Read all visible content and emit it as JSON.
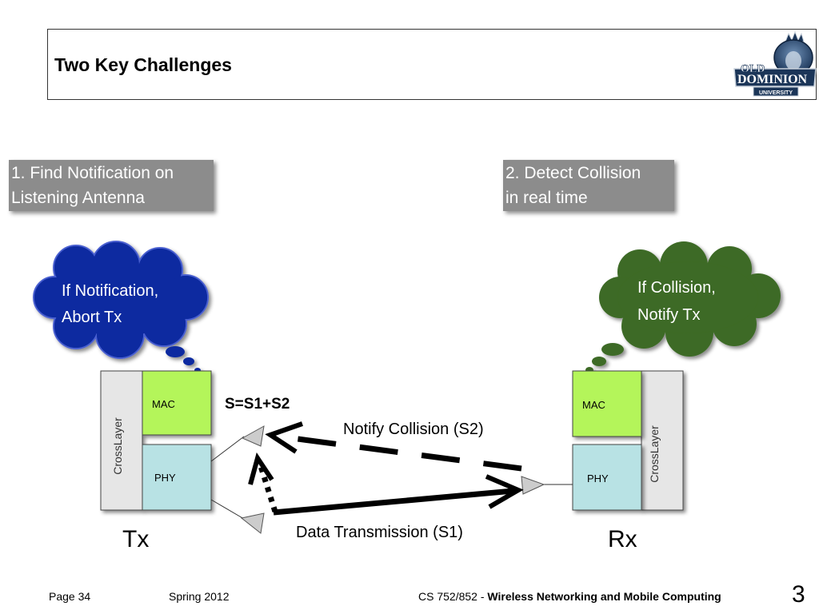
{
  "slide": {
    "title": "Two Key Challenges",
    "challenge_1": [
      "1. Find Notification on",
      "Listening Antenna"
    ],
    "challenge_2": [
      "2. Detect Collision",
      "in real time"
    ],
    "logo_text": {
      "top": "OLD",
      "main": "DOMINION",
      "sub": "UNIVERSITY"
    }
  },
  "diagram": {
    "tx_thought": [
      "If Notification,",
      "Abort Tx"
    ],
    "rx_thought": [
      "If Collision,",
      "Notify Tx"
    ],
    "tx": {
      "label": "Tx",
      "mac": "MAC",
      "phy": "PHY",
      "crosslayer": "CrossLayer"
    },
    "rx": {
      "label": "Rx",
      "mac": "MAC",
      "phy": "PHY",
      "crosslayer": "CrossLayer"
    },
    "signal_sum": "S=S1+S2",
    "notify_label": "Notify Collision (S2)",
    "data_label": "Data Transmission (S1)",
    "colors": {
      "blue_cloud": "#0a2aa0",
      "green_cloud": "#3d6b25",
      "mac_fill": "#b4f55a",
      "phy_fill": "#b8e2e4",
      "crosslayer_fill": "#e6e6e6",
      "challenge_fill": "#8c8c8c"
    }
  },
  "footer": {
    "page": "Page 34",
    "term": "Spring 2012",
    "course_prefix": "CS 752/852 - ",
    "course_name": "Wireless Networking and Mobile Computing",
    "slide_number": "3"
  }
}
